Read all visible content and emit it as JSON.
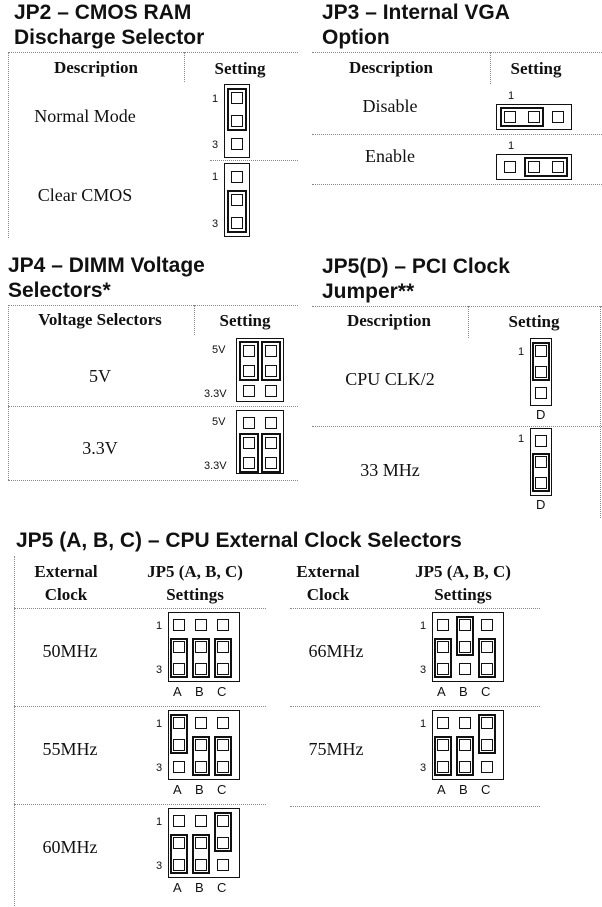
{
  "jp2": {
    "title1": "JP2 – CMOS RAM",
    "title2": "Discharge Selector",
    "col_desc": "Description",
    "col_setting": "Setting",
    "rows": [
      {
        "label": "Normal Mode",
        "pin_top": "1",
        "pin_bottom": "3"
      },
      {
        "label": "Clear CMOS",
        "pin_top": "1",
        "pin_bottom": "3"
      }
    ]
  },
  "jp3": {
    "title1": "JP3 – Internal VGA",
    "title2": "Option",
    "col_desc": "Description",
    "col_setting": "Setting",
    "rows": [
      {
        "label": "Disable",
        "pin": "1"
      },
      {
        "label": "Enable",
        "pin": "1"
      }
    ]
  },
  "jp4": {
    "title1": "JP4 – DIMM Voltage",
    "title2": "Selectors*",
    "col_desc": "Voltage Selectors",
    "col_setting": "Setting",
    "rows": [
      {
        "label": "5V",
        "top_label": "5V",
        "bottom_label": "3.3V"
      },
      {
        "label": "3.3V",
        "top_label": "5V",
        "bottom_label": "3.3V"
      }
    ]
  },
  "jp5d": {
    "title1": "JP5(D) – PCI Clock",
    "title2": "Jumper**",
    "col_desc": "Description",
    "col_setting": "Setting",
    "rows": [
      {
        "label": "CPU CLK/2",
        "pin": "1",
        "col": "D"
      },
      {
        "label": "33 MHz",
        "pin": "1",
        "col": "D"
      }
    ]
  },
  "jp5abc": {
    "title": "JP5 (A, B, C) – CPU External Clock Selectors",
    "col_ext1": "External",
    "col_ext2": "Clock",
    "col_set1": "JP5 (A, B, C)",
    "col_set2": "Settings",
    "pin_top": "1",
    "pin_bottom": "3",
    "cols": [
      "A",
      "B",
      "C"
    ],
    "rows": [
      {
        "label": "50MHz",
        "caps": [
          "bottom",
          "bottom",
          "bottom"
        ]
      },
      {
        "label": "55MHz",
        "caps": [
          "top",
          "bottom",
          "bottom"
        ]
      },
      {
        "label": "60MHz",
        "caps": [
          "bottom",
          "bottom",
          "top"
        ]
      },
      {
        "label": "66MHz",
        "caps": [
          "bottom",
          "top",
          "bottom"
        ]
      },
      {
        "label": "75MHz",
        "caps": [
          "bottom",
          "bottom",
          "top"
        ]
      }
    ]
  }
}
